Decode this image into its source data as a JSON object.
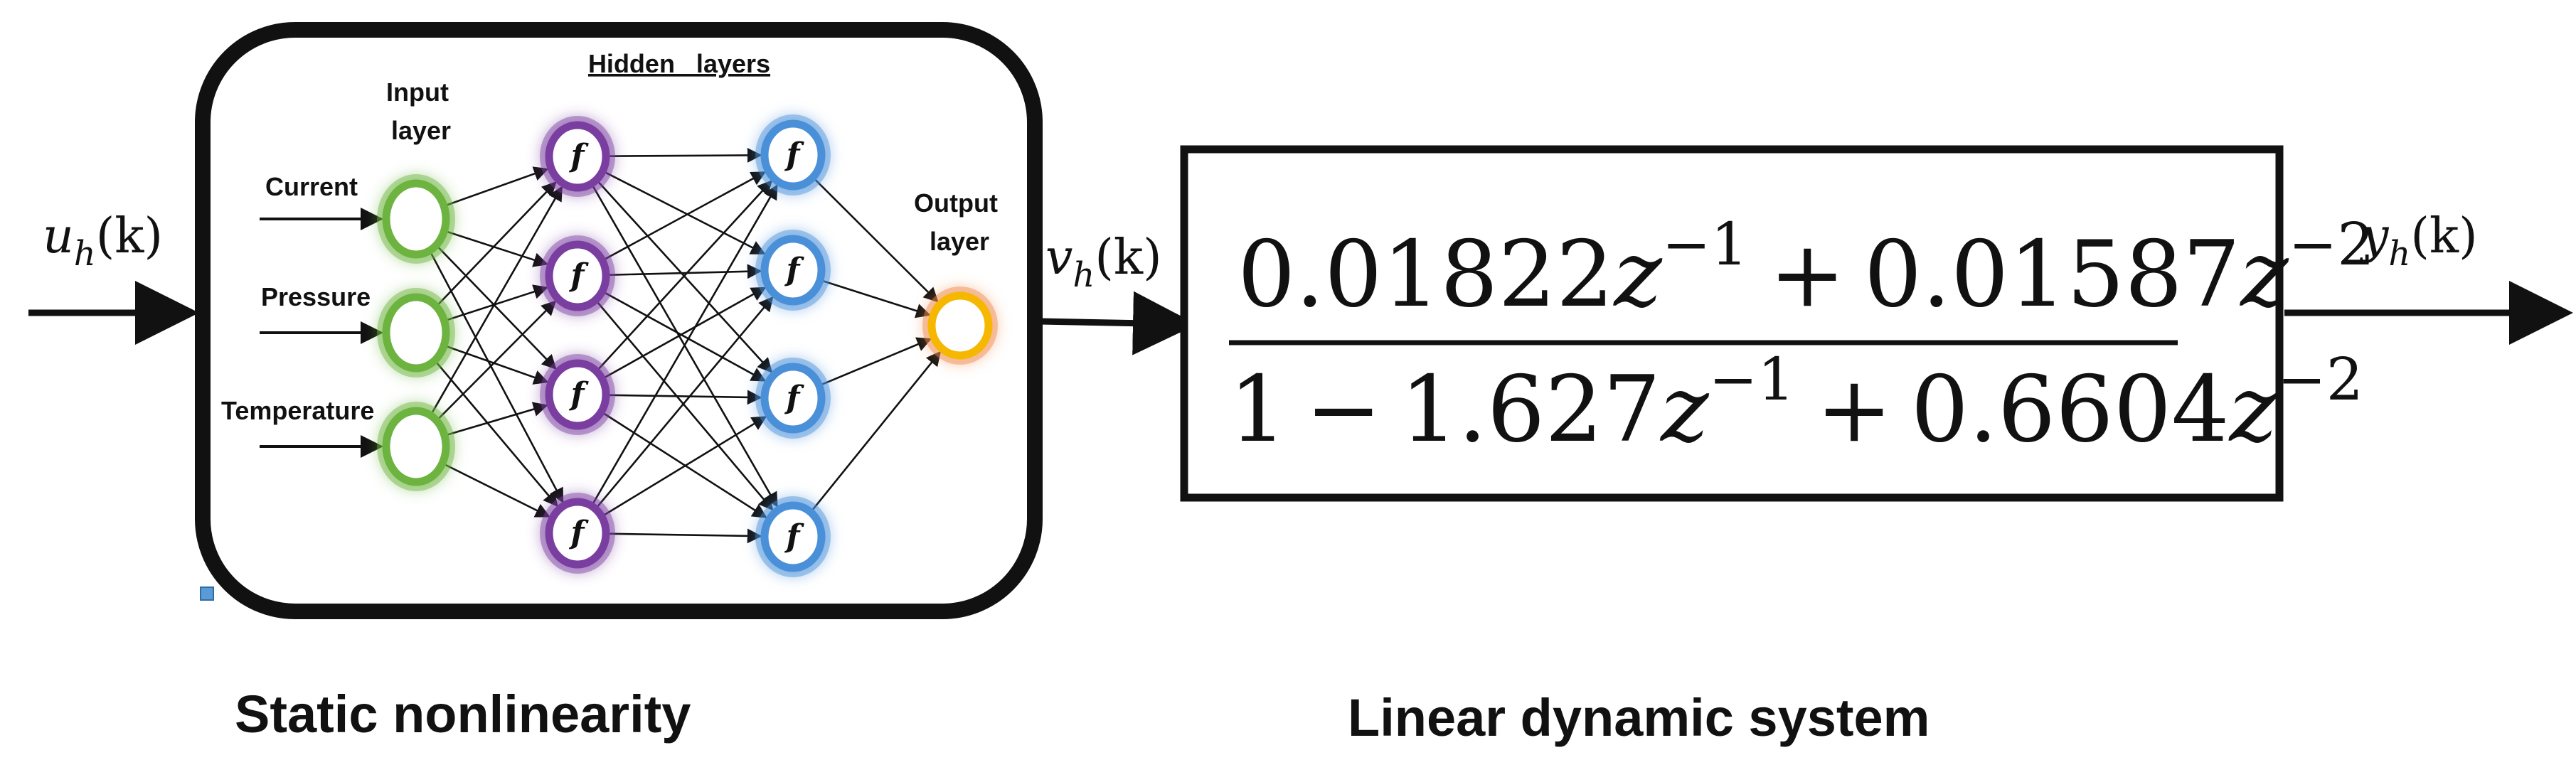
{
  "signals": {
    "input": {
      "base": "u",
      "sub": "h",
      "arg": "(k)"
    },
    "intermediate": {
      "base": "v",
      "sub": "h",
      "arg": "(k)"
    },
    "output": {
      "base": "y",
      "sub": "h",
      "arg": "(k)"
    }
  },
  "neural_network": {
    "input_layer_label": [
      "Input",
      "layer"
    ],
    "hidden_layers_label": "Hidden   layers",
    "output_layer_label": [
      "Output",
      "layer"
    ],
    "inputs": [
      "Current",
      "Pressure",
      "Temperature"
    ],
    "activation_symbol": "f",
    "layer_sizes": [
      3,
      4,
      4,
      1
    ],
    "colors": {
      "input": "#6db33f",
      "hidden1": "#7a3ea0",
      "hidden2": "#4a90d9",
      "output": "#f5b700"
    }
  },
  "transfer_function": {
    "numerator": [
      {
        "coef": "0.01822",
        "var": "z",
        "exp": "−1"
      },
      {
        "coef": "0.01587",
        "var": "z",
        "exp": "−2"
      }
    ],
    "denominator": [
      {
        "coef": "1",
        "var": "",
        "exp": ""
      },
      {
        "coef": "1.627",
        "var": "z",
        "exp": "−1",
        "op": "−"
      },
      {
        "coef": "0.6604",
        "var": "z",
        "exp": "−2",
        "op": "+"
      }
    ],
    "num_op": "+"
  },
  "captions": {
    "left": "Static nonlinearity",
    "right": "Linear dynamic system"
  }
}
